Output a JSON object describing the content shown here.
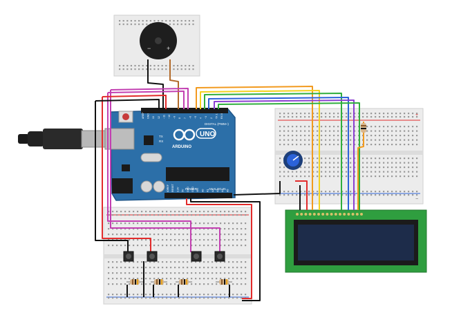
{
  "arduino": {
    "digital_label": "DIGITAL (PWM~)",
    "brand": "ARDUINO",
    "model": "UNO",
    "power_label": "POWER",
    "analog_label": "ANALOG IN",
    "pin_labels_top": [
      "AREF",
      "GND",
      "13",
      "12",
      "~11",
      "~10",
      "~9",
      "8",
      "7",
      "~6",
      "~5",
      "4",
      "~3",
      "2",
      "TX 1",
      "RX 0"
    ],
    "pin_labels_power": [
      "IOREF",
      "RESET",
      "3.3V",
      "5V",
      "GND",
      "GND",
      "VIN"
    ],
    "pin_labels_analog": [
      "A0",
      "A1",
      "A2",
      "A3",
      "A4",
      "A5"
    ],
    "tx_label": "TX",
    "rx_label": "RX"
  },
  "buzzer": {
    "minus_label": "−",
    "plus_label": "+"
  },
  "breadboard_right": {
    "rail_plus": "+",
    "rail_minus": "−"
  },
  "colors": {
    "board": "#2c6fa8",
    "board_dark": "#1f5689",
    "breadboard": "#eeeeee",
    "lcd_pcb": "#2f9e3f",
    "lcd_screen": "#1d2c4a",
    "wire_black": "#111111",
    "wire_red": "#e22b2b",
    "wire_orange": "#f29a1e",
    "wire_yellow": "#f4d21d",
    "wire_green": "#2fae3d",
    "wire_blue": "#2b62d9",
    "wire_purple": "#8b3fd1",
    "wire_magenta": "#c23fb1",
    "wire_brown": "#b26a2a"
  }
}
